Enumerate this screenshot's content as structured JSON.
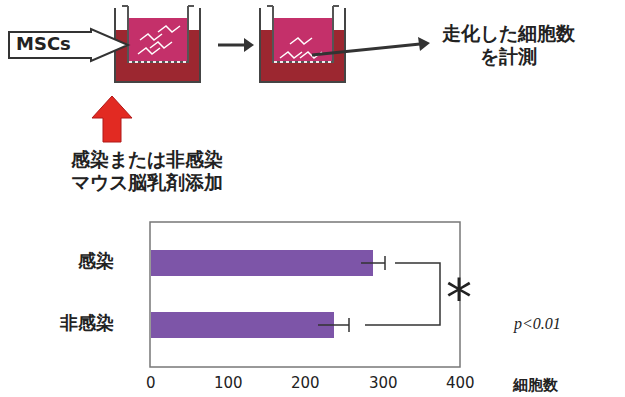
{
  "diagram": {
    "nodes": [
      {
        "text": [
          "MSCs"
        ]
      }
    ],
    "labels": [
      "走化した細胞数 を計測",
      "感染または非感染 マウス脳乳剤添加",
      "感染",
      "非感染",
      "*",
      "p<0.01",
      "0",
      "100",
      "200",
      "300",
      "400",
      "細胞数"
    ]
  }
}
